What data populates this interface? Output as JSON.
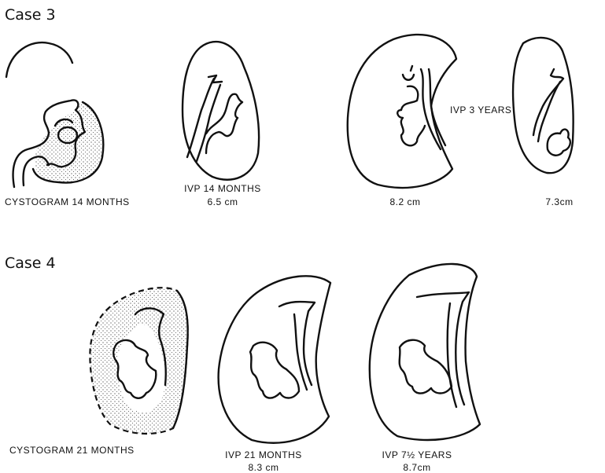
{
  "case3": {
    "title": "Case 3",
    "captions": {
      "cystogram": "CYSTOGRAM 14 MONTHS",
      "ivp_label": "IVP 14 MONTHS",
      "ivp_size": "6.5 cm",
      "ivp3_label": "IVP 3 YEARS",
      "size_82": "8.2 cm",
      "size_73": "7.3cm"
    }
  },
  "case4": {
    "title": "Case 4",
    "captions": {
      "cystogram": "CYSTOGRAM 21 MONTHS",
      "ivp_label": "IVP 21 MONTHS",
      "ivp_size": "8.3 cm",
      "ivp7_label": "IVP 7½ YEARS",
      "ivp7_size": "8.7cm"
    }
  }
}
